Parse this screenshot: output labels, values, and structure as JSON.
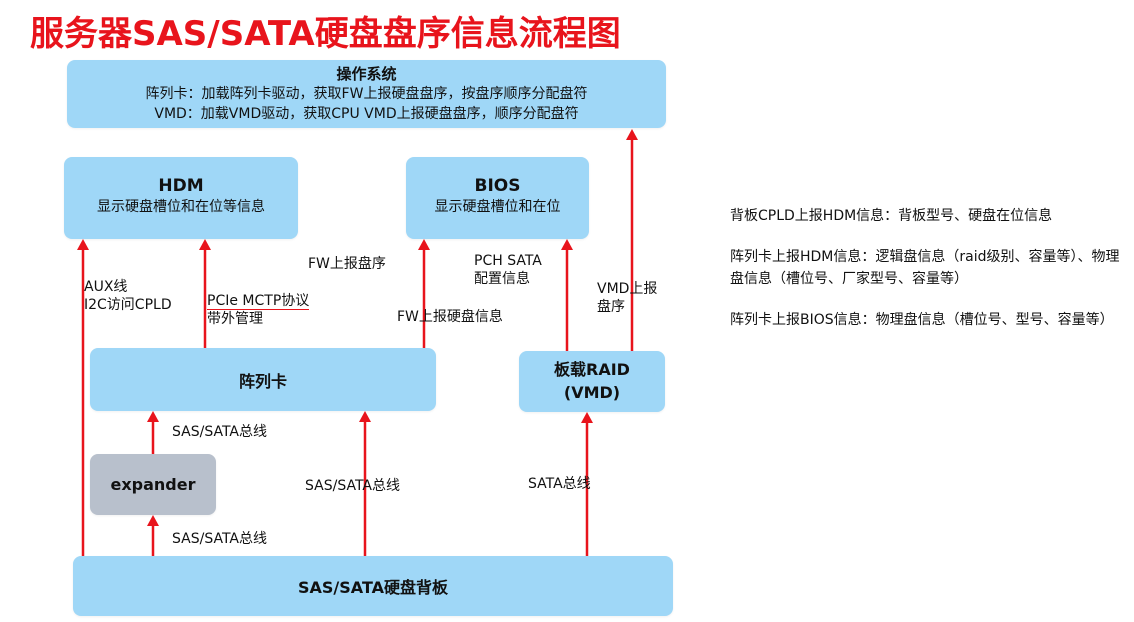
{
  "title": "服务器SAS/SATA硬盘盘序信息流程图",
  "boxes": {
    "os": {
      "title": "操作系统",
      "line1": "阵列卡：加载阵列卡驱动，获取FW上报硬盘盘序，按盘序顺序分配盘符",
      "line2": "VMD：加载VMD驱动，获取CPU VMD上报硬盘盘序，顺序分配盘符"
    },
    "hdm": {
      "title": "HDM",
      "sub": "显示硬盘槽位和在位等信息"
    },
    "bios": {
      "title": "BIOS",
      "sub": "显示硬盘槽位和在位"
    },
    "raid_card": {
      "title": "阵列卡"
    },
    "onboard_raid": {
      "title": "板载RAID",
      "sub": "(VMD)"
    },
    "expander": {
      "title": "expander"
    },
    "backplane": {
      "title": "SAS/SATA硬盘背板"
    }
  },
  "labels": {
    "aux_1": "AUX线",
    "aux_2": "I2C访问CPLD",
    "pcie_1": "PCIe MCTP协议",
    "pcie_2": "带外管理",
    "fw_order": "FW上报盘序",
    "fw_disk": "FW上报硬盘信息",
    "pch_1": "PCH SATA",
    "pch_2": "配置信息",
    "vmd_1": "VMD上报",
    "vmd_2": "盘序",
    "bus_exp_raid": "SAS/SATA总线",
    "bus_bp_exp": "SAS/SATA总线",
    "bus_bp_raid": "SAS/SATA总线",
    "bus_sata": "SATA总线"
  },
  "notes": [
    "背板CPLD上报HDM信息：背板型号、硬盘在位信息",
    "阵列卡上报HDM信息：逻辑盘信息（raid级别、容量等）、物理盘信息（槽位号、厂家型号、容量等）",
    "阵列卡上报BIOS信息：物理盘信息（槽位号、型号、容量等）"
  ],
  "colors": {
    "title": "#e8141c",
    "arrow": "#e8141c",
    "box": "#9fd7f7",
    "expander_box": "#b8c0cc"
  }
}
